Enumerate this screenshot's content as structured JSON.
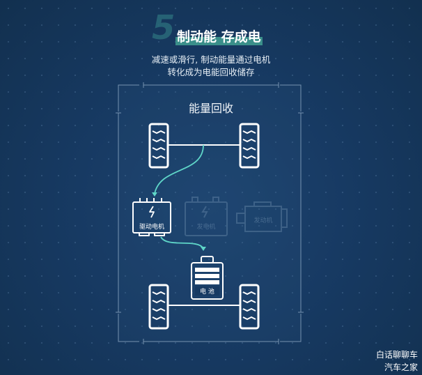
{
  "header": {
    "number": "5",
    "title": "制动能 存成电",
    "subtitle_line1": "减速或滑行, 制动能量通过电机",
    "subtitle_line2": "转化成为电能回收储存"
  },
  "diagram": {
    "title": "能量回收",
    "motor_label": "驱动电机",
    "generator_label": "发电机",
    "engine_label": "发动机",
    "battery_label": "电 池"
  },
  "watermark": {
    "line1": "白话聊聊车",
    "line2": "汽车之家"
  },
  "colors": {
    "accent": "#5fd6c8",
    "line": "#ffffff"
  }
}
